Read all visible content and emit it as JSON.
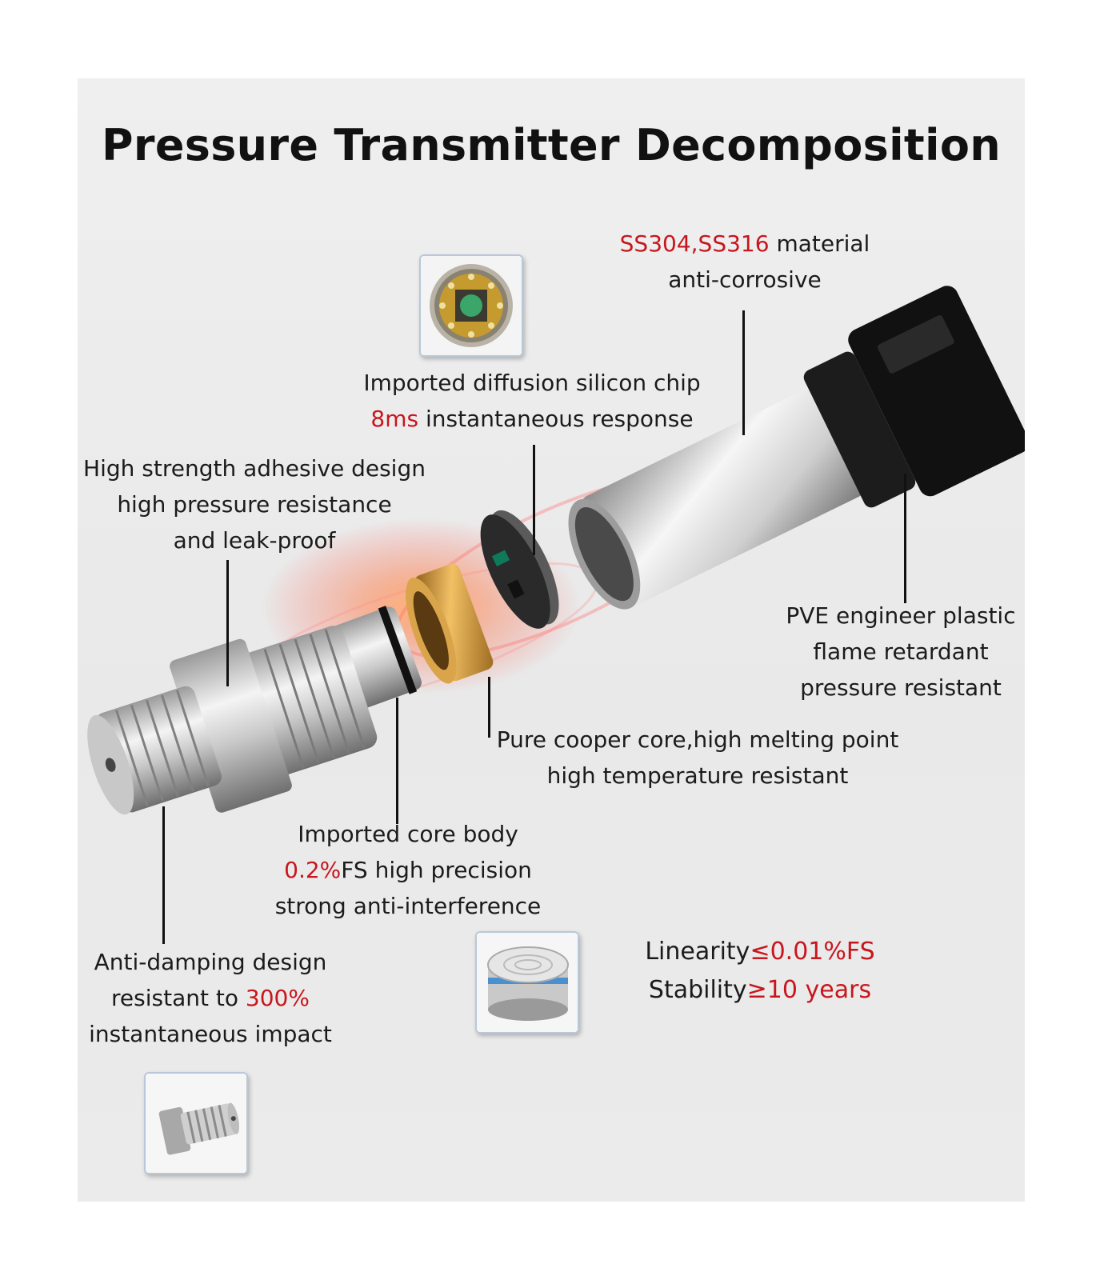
{
  "title": "Pressure Transmitter Decomposition",
  "material": {
    "highlight": "SS304,SS316",
    "rest": " material",
    "line2": "anti-corrosive"
  },
  "chip": {
    "line1": "Imported diffusion silicon chip",
    "highlight": "8ms",
    "rest": " instantaneous response"
  },
  "adhesive": {
    "line1": "High strength adhesive design",
    "line2": "high pressure resistance",
    "line3": "and leak-proof"
  },
  "plastic": {
    "line1": "PVE engineer plastic",
    "line2": "flame retardant",
    "line3": "pressure resistant"
  },
  "copper": {
    "line1": "Pure cooper core,high melting point",
    "line2": "high temperature resistant"
  },
  "core_body": {
    "line1": "Imported core body",
    "highlight": "0.2%",
    "rest": "FS high precision",
    "line3": "strong anti-interference"
  },
  "damping": {
    "line1": "Anti-damping design",
    "prefix": "resistant to ",
    "highlight": "300%",
    "line3": "instantaneous impact"
  },
  "specs": {
    "linearity_label": "Linearity",
    "linearity_value": "≤0.01%FS",
    "stability_label": "Stability",
    "stability_value": "≥10 years"
  },
  "colors": {
    "highlight": "#c8161d",
    "background": "#ededed",
    "text": "#1b1b1b"
  },
  "icons": [
    "chip-thumbnail",
    "core-body-thumbnail",
    "fitting-thumbnail"
  ]
}
